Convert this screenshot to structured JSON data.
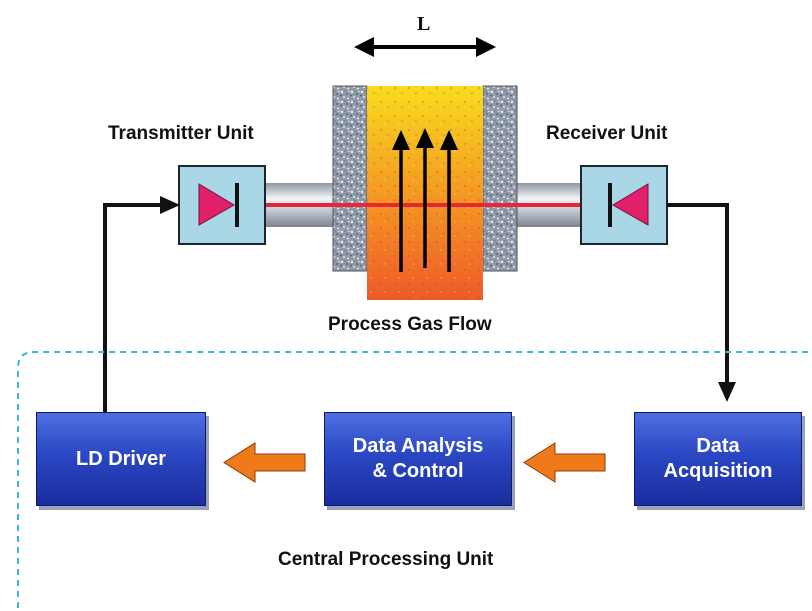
{
  "labels": {
    "path_length": "L",
    "transmitter": "Transmitter Unit",
    "receiver": "Receiver Unit",
    "process_gas": "Process Gas Flow",
    "central_unit": "Central Processing Unit"
  },
  "blocks": {
    "ld_driver": "LD Driver",
    "data_analysis": "Data Analysis\n& Control",
    "data_acquisition": "Data\nAcquisition"
  },
  "colors": {
    "block_fill": "#2b47c4",
    "laser_beam": "#e8263a",
    "flow_arrow": "#000000",
    "data_arrow": "#f07a1a",
    "unit_box": "#a9d7e6",
    "diode": "#e0206a",
    "dashed_border": "#3bb8d0",
    "gas_top": "#f5d21c",
    "gas_bottom": "#f05a28"
  },
  "icons": {
    "transmitter_component": "laser-diode-icon",
    "receiver_component": "photodetector-icon"
  }
}
